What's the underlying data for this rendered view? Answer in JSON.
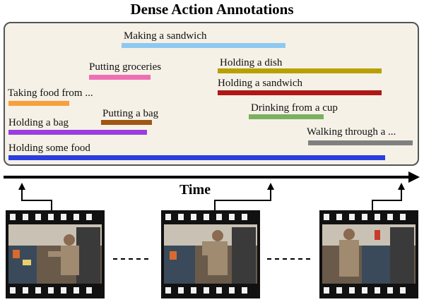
{
  "title": "Dense Action Annotations",
  "time_label": "Time",
  "annotations": [
    {
      "label": "Making a sandwich",
      "color": "#8ec8f0"
    },
    {
      "label": "Putting groceries",
      "color": "#ee6fb4"
    },
    {
      "label": "Holding a dish",
      "color": "#b8a000"
    },
    {
      "label": "Taking food from ...",
      "color": "#f7a03c"
    },
    {
      "label": "Holding a sandwich",
      "color": "#b01818"
    },
    {
      "label": "Putting a bag",
      "color": "#a05614"
    },
    {
      "label": "Drinking from a cup",
      "color": "#7ab060"
    },
    {
      "label": "Holding a bag",
      "color": "#9a3ee0"
    },
    {
      "label": "Walking through a ...",
      "color": "#808080"
    },
    {
      "label": "Holding some food",
      "color": "#2a3ee0"
    }
  ],
  "separator": "- - - - -",
  "frames": [
    {
      "name": "frame-1"
    },
    {
      "name": "frame-2"
    },
    {
      "name": "frame-3"
    }
  ]
}
